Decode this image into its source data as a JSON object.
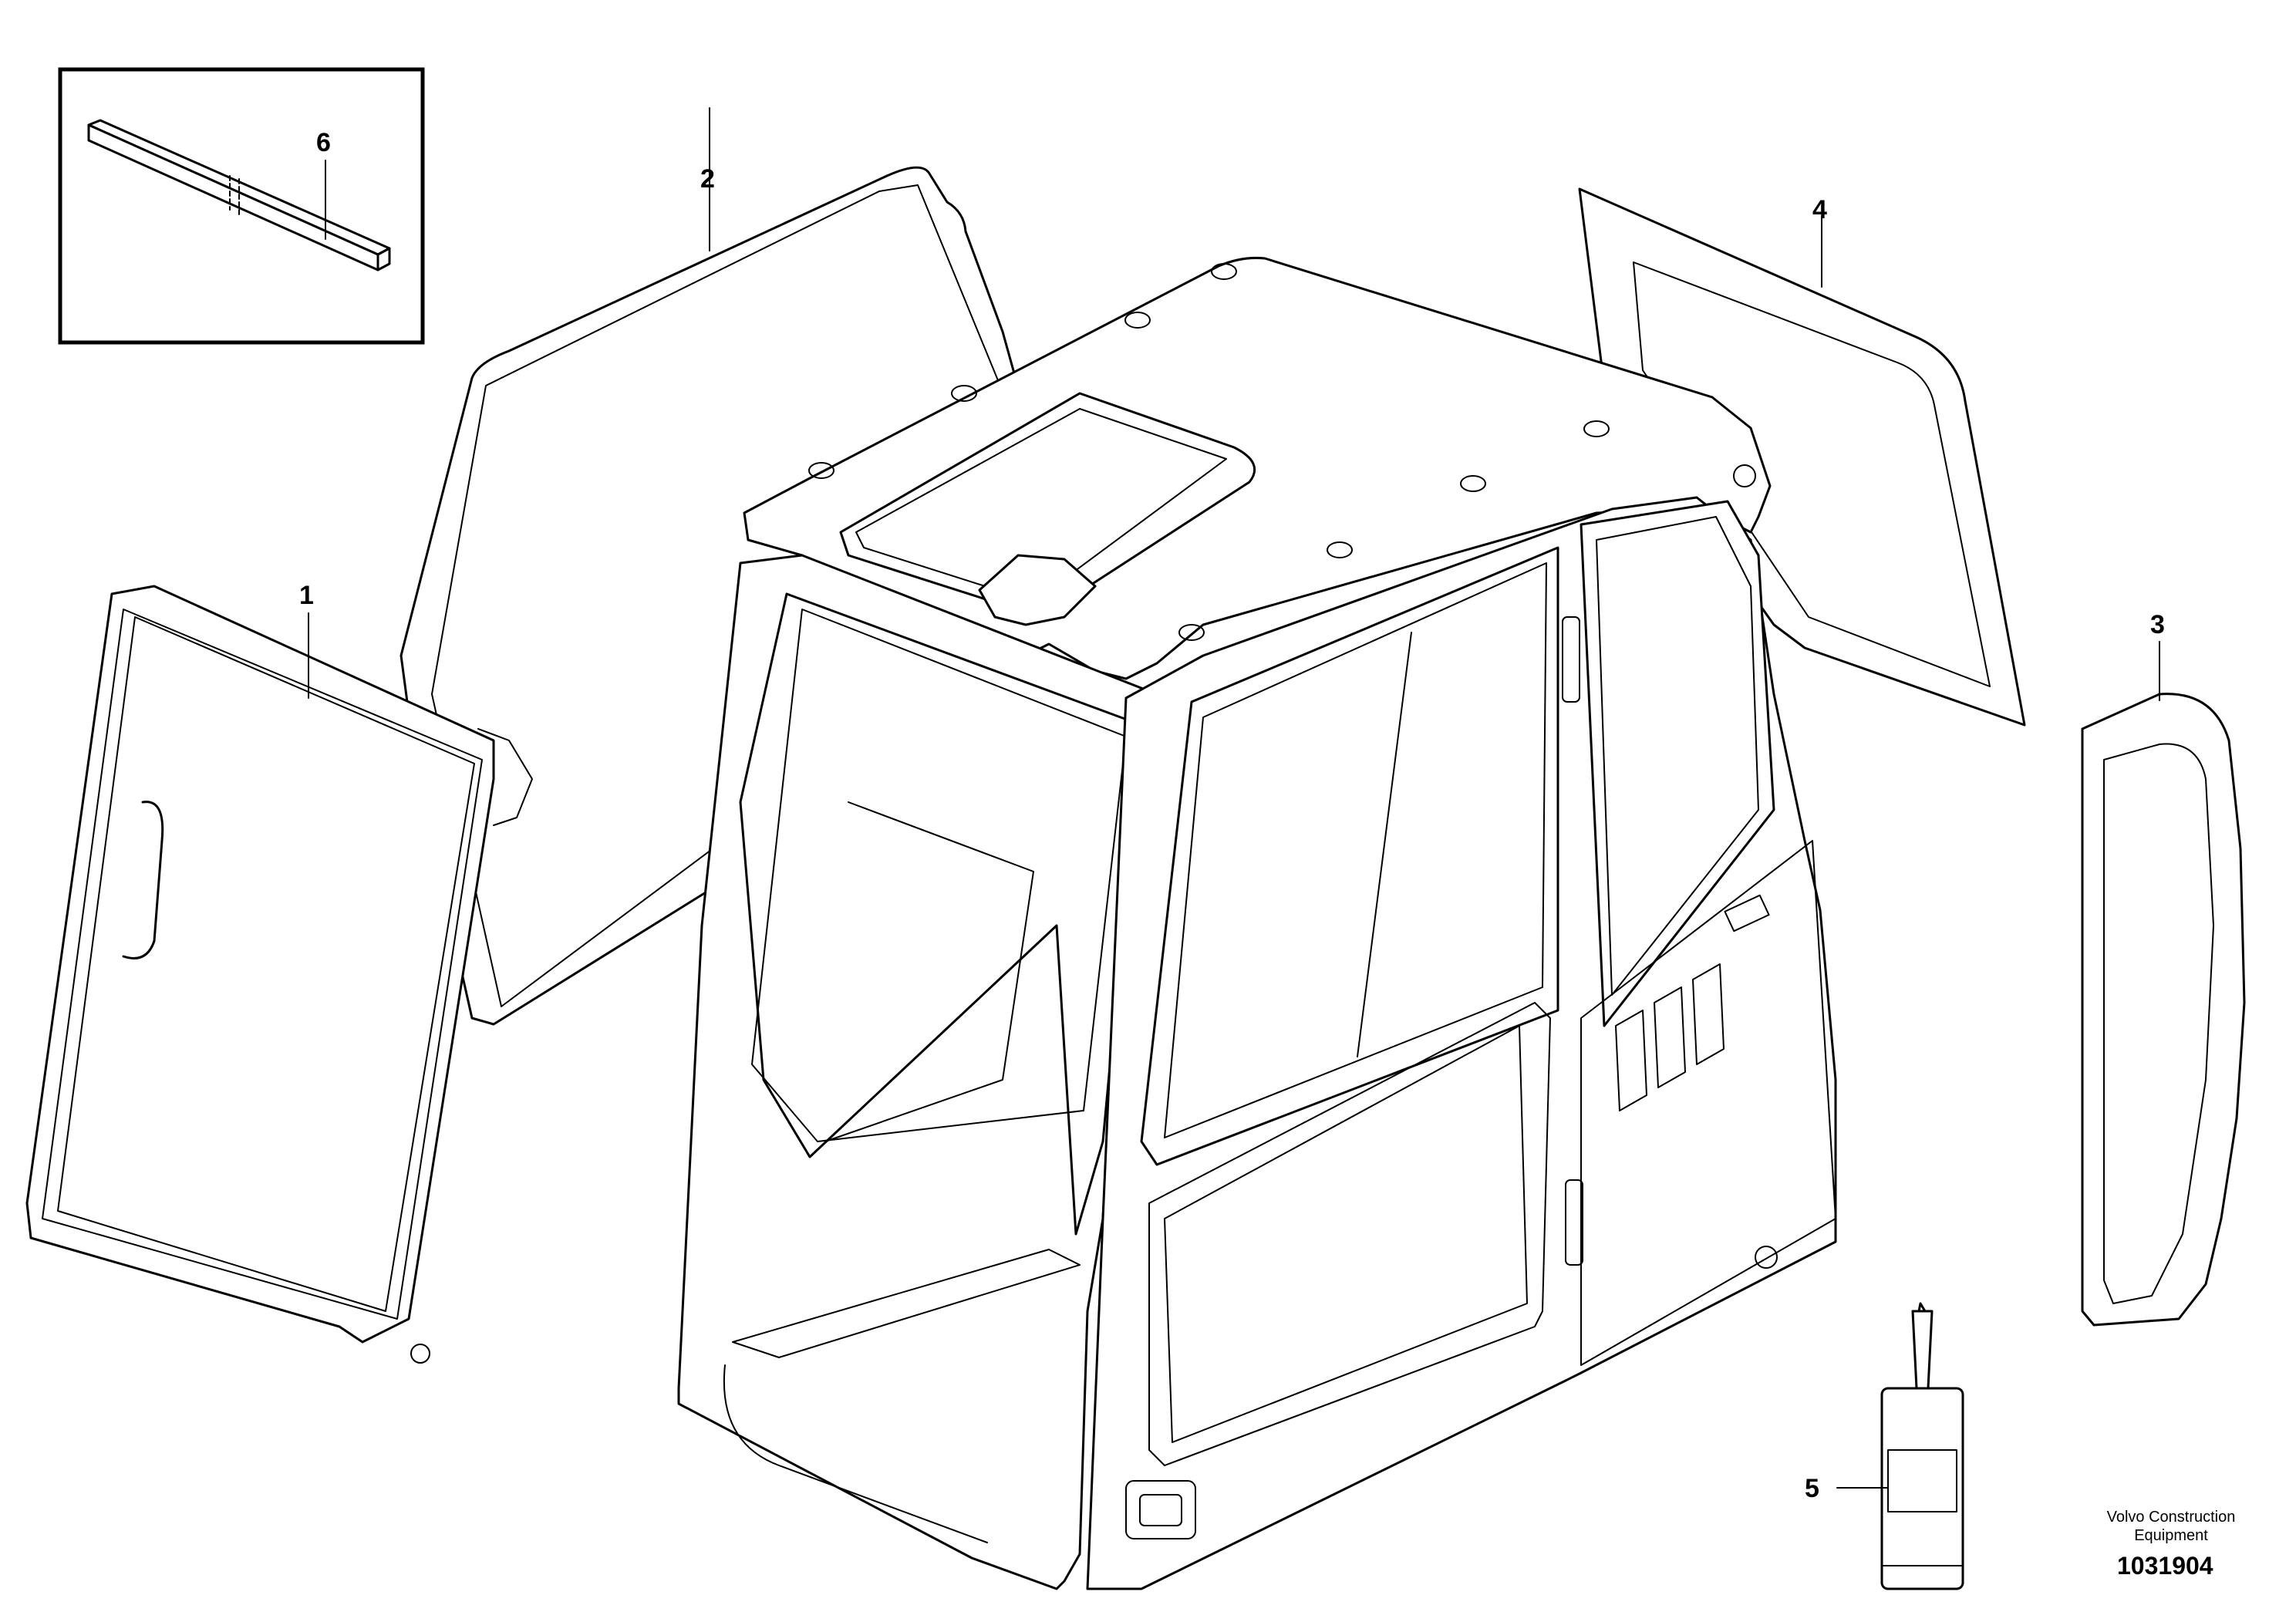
{
  "callouts": {
    "c1": "1",
    "c2": "2",
    "c3": "3",
    "c4": "4",
    "c5": "5",
    "c6": "6"
  },
  "credit": {
    "line1": "Volvo Construction",
    "line2": "Equipment"
  },
  "document_number": "1031904"
}
